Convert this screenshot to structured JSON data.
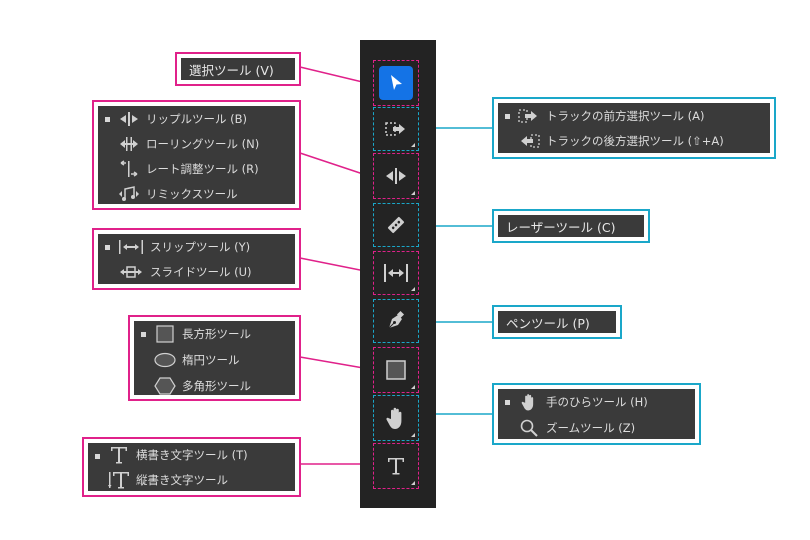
{
  "tools": {
    "selection": {
      "label": "選択ツール (V)",
      "icon": "arrow-pointer-icon"
    },
    "track_select": {
      "items": [
        {
          "label": "トラックの前方選択ツール (A)",
          "icon": "track-select-forward-icon"
        },
        {
          "label": "トラックの後方選択ツール (⇧+A)",
          "icon": "track-select-backward-icon"
        }
      ]
    },
    "ripple_group": {
      "items": [
        {
          "label": "リップルツール (B)",
          "icon": "ripple-edit-icon"
        },
        {
          "label": "ローリングツール (N)",
          "icon": "rolling-edit-icon"
        },
        {
          "label": "レート調整ツール (R)",
          "icon": "rate-stretch-icon"
        },
        {
          "label": "リミックスツール",
          "icon": "remix-icon"
        }
      ]
    },
    "razor": {
      "label": "レーザーツール (C)",
      "icon": "razor-icon"
    },
    "slip_group": {
      "items": [
        {
          "label": "スリップツール (Y)",
          "icon": "slip-icon"
        },
        {
          "label": "スライドツール (U)",
          "icon": "slide-icon"
        }
      ]
    },
    "pen": {
      "label": "ペンツール (P)",
      "icon": "pen-icon"
    },
    "shape_group": {
      "items": [
        {
          "label": "長方形ツール",
          "icon": "rectangle-icon"
        },
        {
          "label": "楕円ツール",
          "icon": "ellipse-icon"
        },
        {
          "label": "多角形ツール",
          "icon": "polygon-icon"
        }
      ]
    },
    "hand_group": {
      "items": [
        {
          "label": "手のひらツール (H)",
          "icon": "hand-icon"
        },
        {
          "label": "ズームツール (Z)",
          "icon": "zoom-icon"
        }
      ]
    },
    "type_group": {
      "items": [
        {
          "label": "横書き文字ツール (T)",
          "icon": "horizontal-type-icon"
        },
        {
          "label": "縦書き文字ツール",
          "icon": "vertical-type-icon"
        }
      ]
    }
  },
  "colors": {
    "toolbar_bg": "#232323",
    "panel_bg": "#3a3a3a",
    "pink": "#e0218a",
    "cyan": "#1aa7c9",
    "selected": "#1473e6"
  }
}
